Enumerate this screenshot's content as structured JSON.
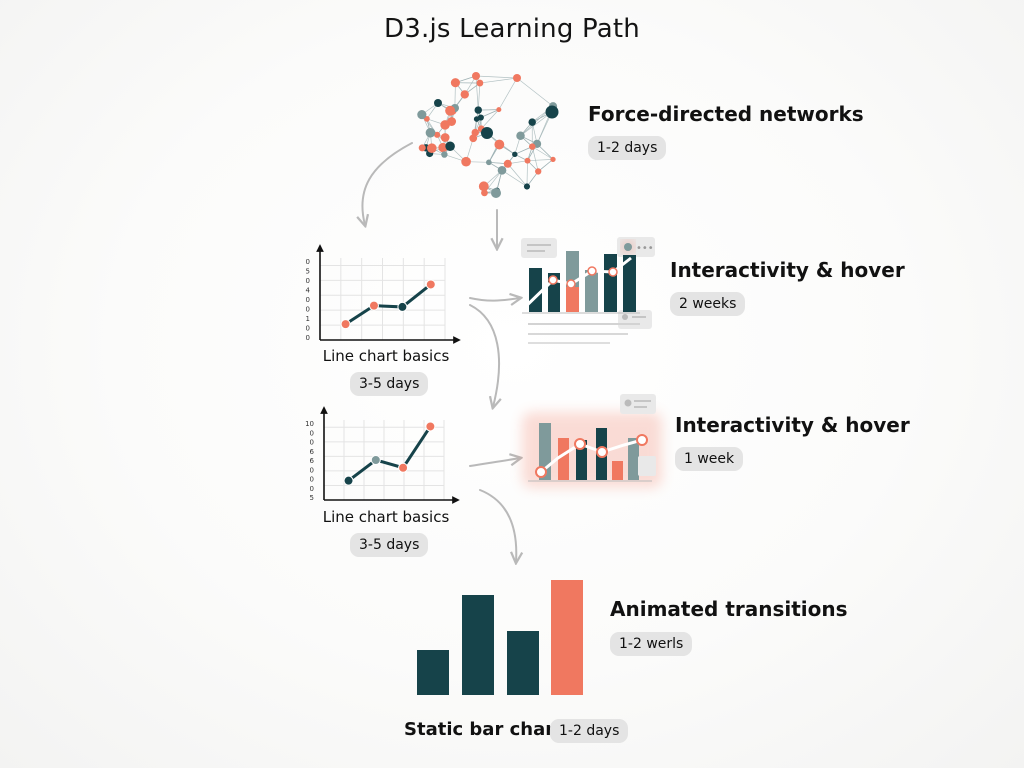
{
  "title": "D3.js Learning Path",
  "colors": {
    "dark_teal": "#16434a",
    "grey_teal": "#7f9a9b",
    "coral": "#f07860",
    "arrow": "#b9b9b9",
    "pill_bg": "#e4e4e4"
  },
  "stages": [
    {
      "title": "Force-directed networks",
      "duration": "1-2 days",
      "illustration": "network-graph"
    },
    {
      "title": "Interactivity & hover",
      "duration": "2 weeks",
      "illustration": "bar-line-tooltips"
    },
    {
      "title": "Line chart basics",
      "duration": "3-5 days",
      "illustration": "line-chart"
    },
    {
      "title": "Interactivity & hover",
      "duration": "1 week",
      "illustration": "bar-line-tooltips-glow"
    },
    {
      "title": "Line chart basics",
      "duration": "3-5 days",
      "illustration": "line-chart"
    },
    {
      "title": "Animated transitions",
      "duration": "1-2 werls",
      "illustration": "bar-chart"
    },
    {
      "title": "Static bar chart",
      "duration": "1-2 days",
      "illustration": "bar-chart"
    }
  ],
  "line_chart_1": {
    "tick_labels": [
      "0",
      "5",
      "0",
      "4",
      "0",
      "0",
      "1",
      "0",
      "0"
    ],
    "points": [
      [
        1,
        1.2
      ],
      [
        2,
        2.6
      ],
      [
        3,
        2.5
      ],
      [
        4,
        4.2
      ]
    ],
    "point_colors": [
      "coral",
      "coral",
      "dark_teal",
      "coral"
    ]
  },
  "line_chart_2": {
    "tick_labels": [
      "10",
      "0",
      "0",
      "6",
      "6",
      "0",
      "0",
      "0",
      "5"
    ],
    "points": [
      [
        1,
        1.5
      ],
      [
        2,
        3.1
      ],
      [
        3,
        2.5
      ],
      [
        4,
        5.7
      ]
    ],
    "point_colors": [
      "dark_teal",
      "grey_teal",
      "coral",
      "coral"
    ]
  },
  "bottom_bars": {
    "values": [
      45,
      100,
      64,
      115
    ],
    "colors": [
      "dark_teal",
      "dark_teal",
      "dark_teal",
      "coral"
    ]
  }
}
